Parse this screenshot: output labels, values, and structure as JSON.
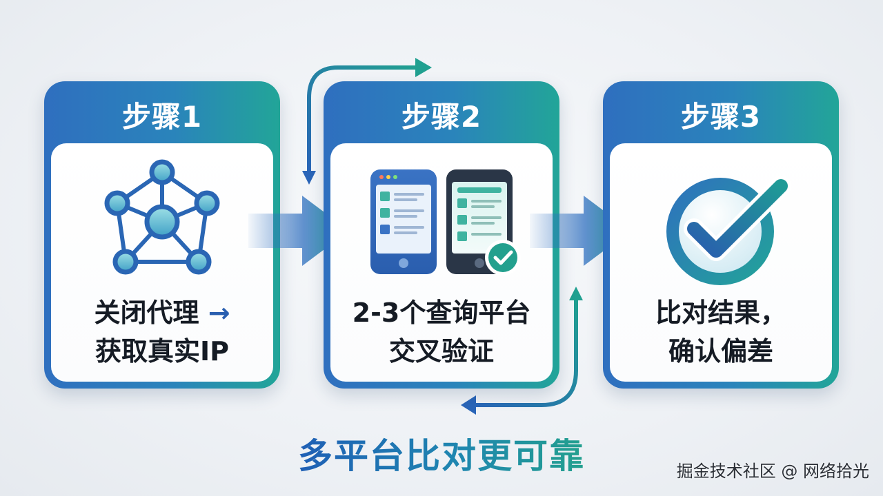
{
  "steps": [
    {
      "title": "步骤1",
      "line1": "关闭代理",
      "line1_arrow": "→",
      "line2": "获取真实IP",
      "icon": "network-nodes-icon"
    },
    {
      "title": "步骤2",
      "line1": "2-3个查询平台",
      "line2": "交叉验证",
      "icon": "two-phones-icon"
    },
    {
      "title": "步骤3",
      "line1": "比对结果，",
      "line2": "确认偏差",
      "icon": "checkmark-circle-icon"
    }
  ],
  "caption": "多平台比对更可靠",
  "watermark": "掘金技术社区 @ 网络拾光",
  "colors": {
    "blue": "#2f6fbf",
    "teal": "#22a598",
    "dark": "#151b24"
  }
}
